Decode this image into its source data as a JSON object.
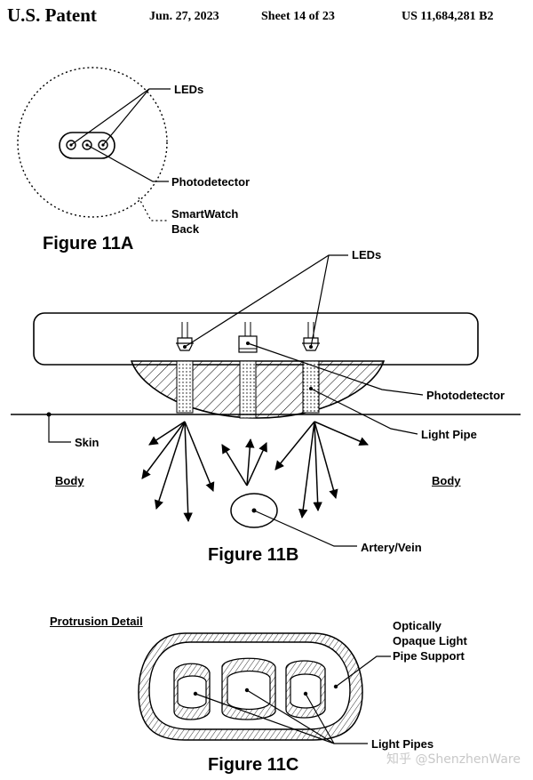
{
  "header": {
    "left": "U.S. Patent",
    "date": "Jun. 27, 2023",
    "sheet": "Sheet 14 of 23",
    "number": "US 11,684,281 B2"
  },
  "fig11a": {
    "leds_label": "LEDs",
    "photodetector_label": "Photodetector",
    "back_label_line1": "SmartWatch",
    "back_label_line2": "Back",
    "caption": "Figure 11A"
  },
  "fig11b": {
    "leds_label": "LEDs",
    "photodetector_label": "Photodetector",
    "light_pipe_label": "Light Pipe",
    "skin_label": "Skin",
    "body_left_label": "Body",
    "body_right_label": "Body",
    "artery_label": "Artery/Vein",
    "caption": "Figure 11B"
  },
  "fig11c": {
    "detail_label": "Protrusion Detail",
    "support_line1": "Optically",
    "support_line2": "Opaque Light",
    "support_line3": "Pipe Support",
    "light_pipes_label": "Light Pipes",
    "caption": "Figure 11C"
  },
  "watermark": "知乎 @ShenzhenWare"
}
